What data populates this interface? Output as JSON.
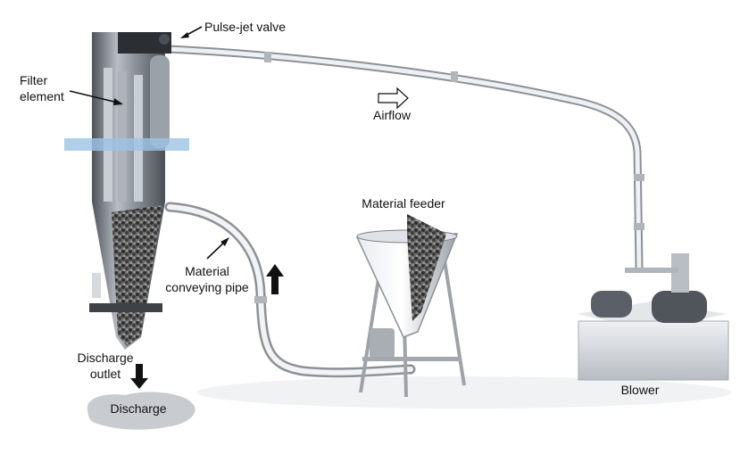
{
  "labels": {
    "pulse_jet_valve": "Pulse-jet valve",
    "filter_element_line1": "Filter",
    "filter_element_line2": "element",
    "airflow": "Airflow",
    "material_feeder": "Material feeder",
    "material_conveying_pipe_line1": "Material",
    "material_conveying_pipe_line2": "conveying pipe",
    "discharge_outlet_line1": "Discharge",
    "discharge_outlet_line2": "outlet",
    "discharge": "Discharge",
    "blower": "Blower"
  },
  "colors": {
    "steel_dark": "#5f646b",
    "steel_light": "#d9dde2",
    "pipe": "#e8ebee",
    "pellets": "#3a3a3a",
    "platform_blue": "#9cc3e6",
    "discharge_pool": "#c8cbd0",
    "arrow": "#111111"
  }
}
